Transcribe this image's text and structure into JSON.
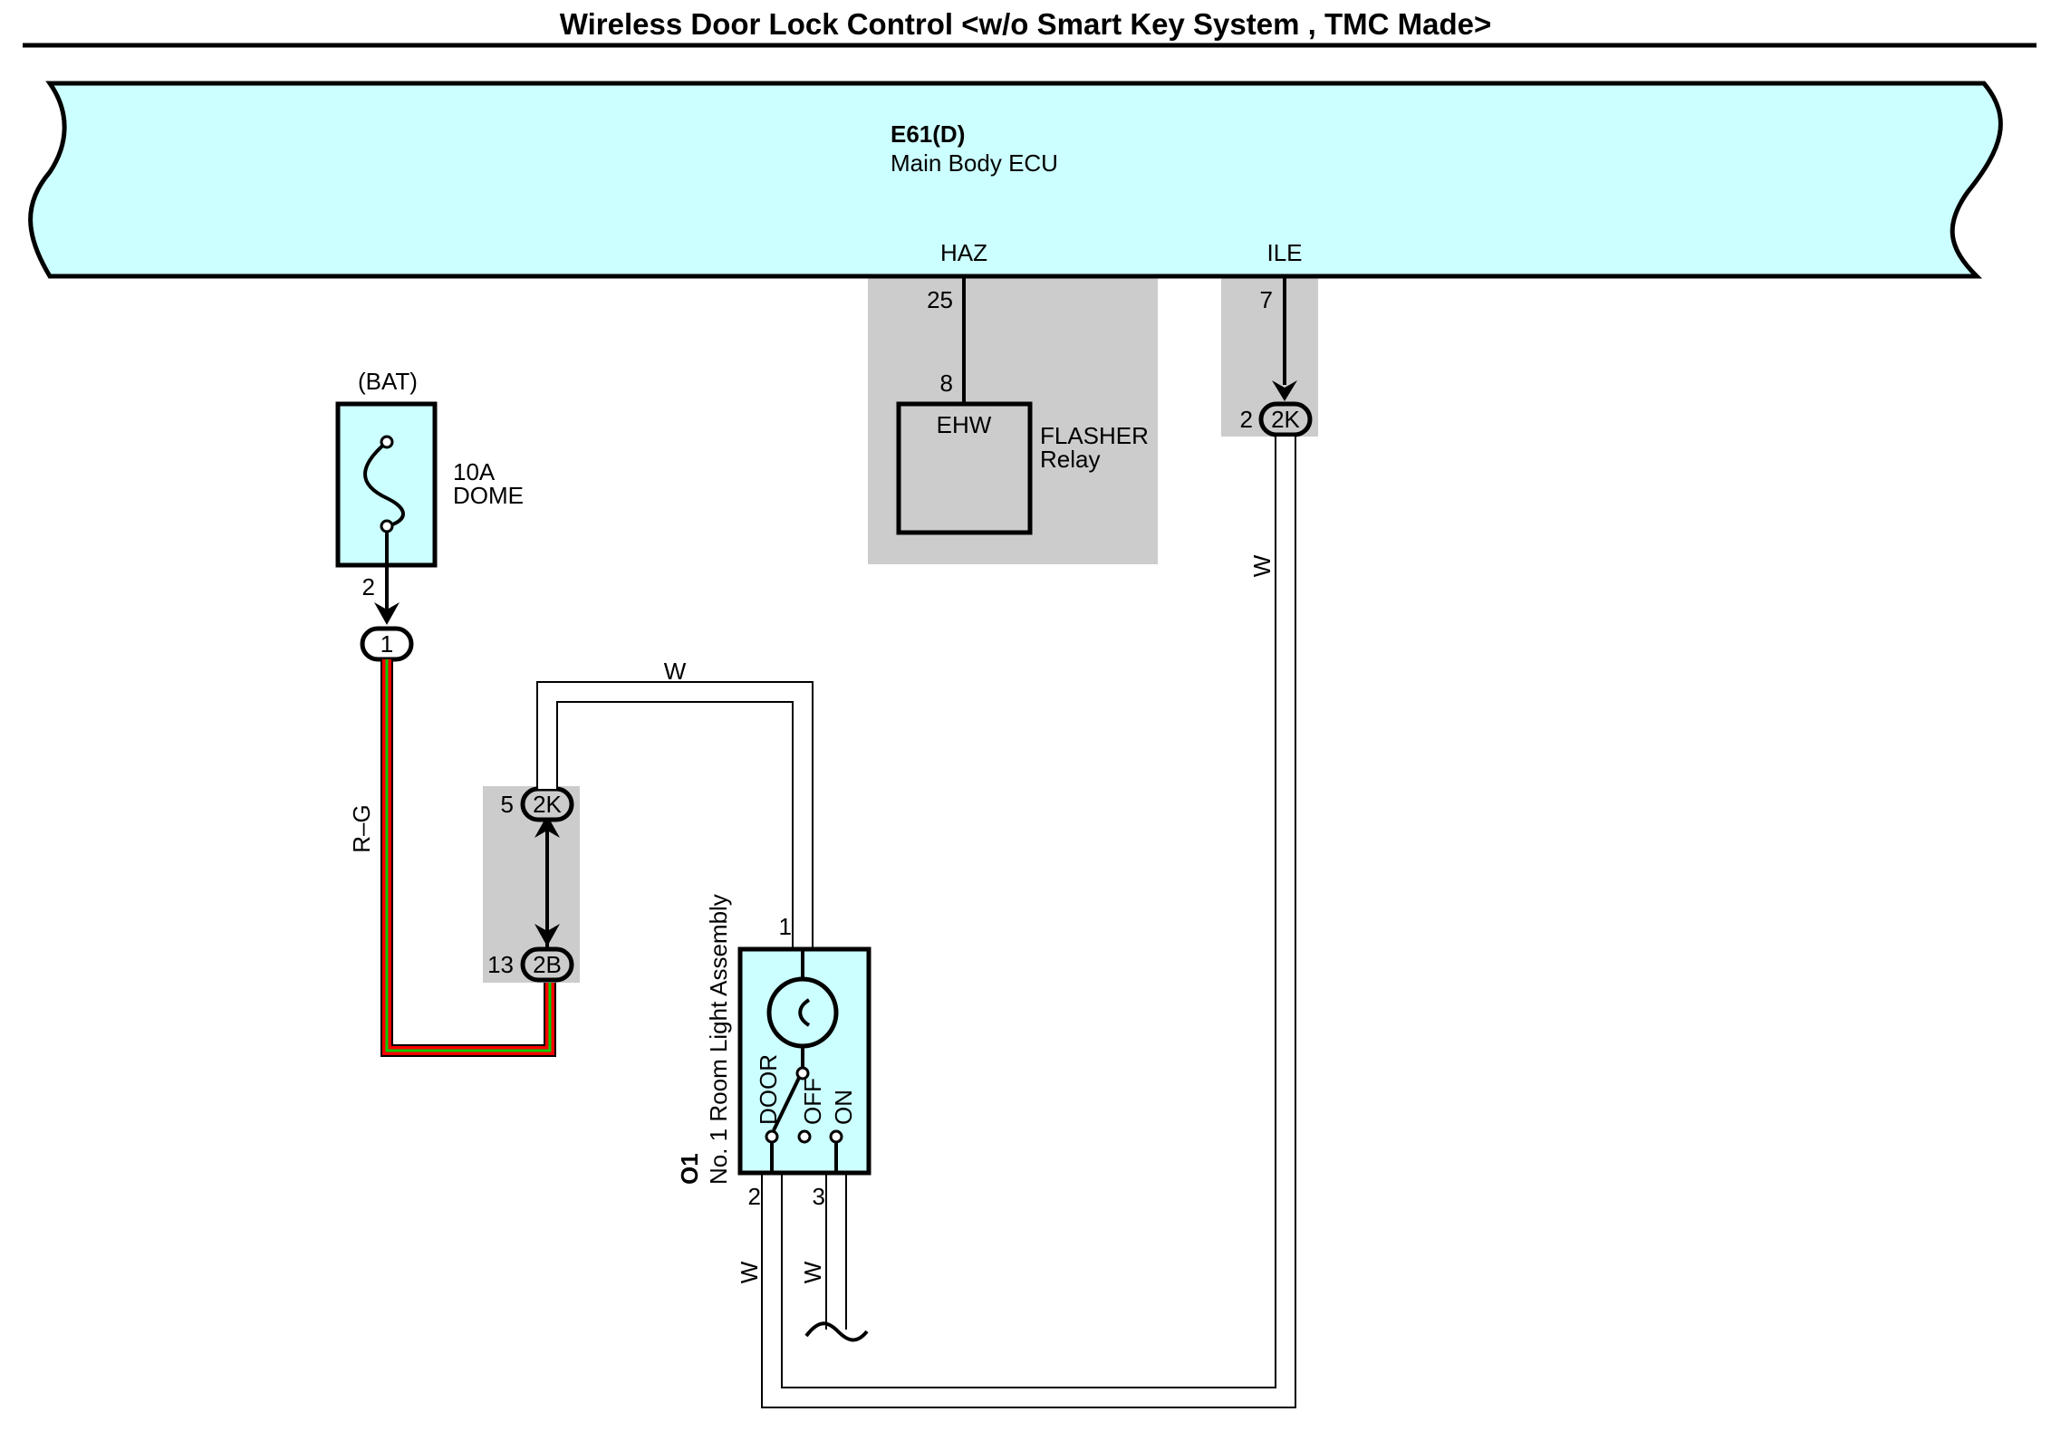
{
  "title": "Wireless Door Lock Control <w/o Smart Key System , TMC Made>",
  "ecu": {
    "code": "E61(D)",
    "name": "Main Body ECU",
    "terminals": [
      {
        "name": "HAZ",
        "pin": "25"
      },
      {
        "name": "ILE",
        "pin": "7"
      }
    ]
  },
  "fuse": {
    "source": "(BAT)",
    "rating": "10A",
    "name": "DOME",
    "out_pin": "2",
    "connector": "1"
  },
  "flasher_relay": {
    "pin": "8",
    "terminal": "EHW",
    "name_line1": "FLASHER",
    "name_line2": "Relay"
  },
  "ile_connector": {
    "pin": "2",
    "id": "2K"
  },
  "junction": {
    "top": {
      "pin": "5",
      "id": "2K"
    },
    "bottom": {
      "pin": "13",
      "id": "2B"
    }
  },
  "room_light": {
    "code": "O1",
    "name": "No. 1 Room Light Assembly",
    "pin_top": "1",
    "pin_left": "2",
    "pin_right": "3",
    "positions": [
      "DOOR",
      "OFF",
      "ON"
    ]
  },
  "wires": {
    "fuse_to_junction": "R–G",
    "junction_to_light": "W",
    "ile_to_light": "W",
    "light_pin2": "W",
    "light_pin3": "W"
  },
  "colors": {
    "ecu_fill": "#ccffff",
    "shade": "#cccccc",
    "wire_red": "#ff0000",
    "wire_green": "#00cc00"
  }
}
